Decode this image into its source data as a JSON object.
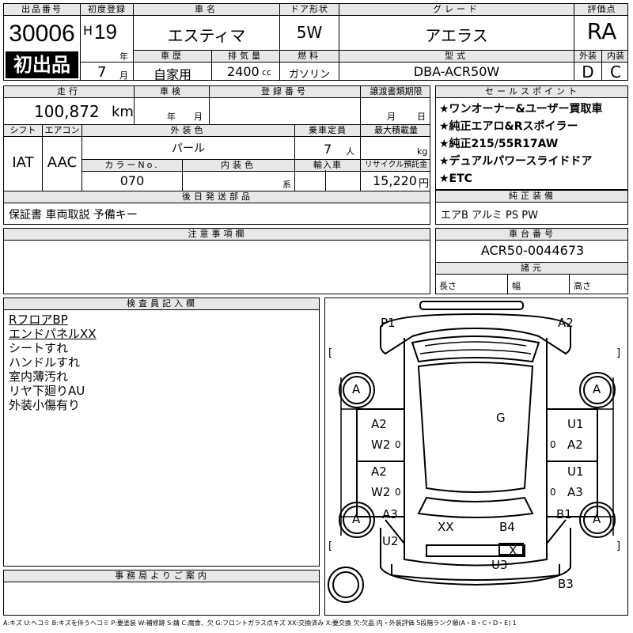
{
  "header": {
    "lot_label": "出品番号",
    "lot_number": "30006",
    "first_listing_badge": "初出品",
    "reg_label": "初度登録",
    "era": "H",
    "year": "19",
    "year_unit": "年",
    "month": "7",
    "month_unit": "月",
    "model_label": "車名",
    "model": "エスティマ",
    "door_label": "ドア形状",
    "door": "5W",
    "grade_label": "グレード",
    "grade": "アエラス",
    "rating_label": "評価点",
    "rating": "RA",
    "history_label": "車歴",
    "history": "自家用",
    "displacement_label": "排気量",
    "displacement": "2400",
    "displacement_unit": "cc",
    "fuel_label": "燃料",
    "fuel": "ガソリン",
    "type_label": "型式",
    "type_code": "DBA-ACR50W",
    "exterior_label": "外装",
    "exterior_grade": "D",
    "interior_label": "内装",
    "interior_grade": "C"
  },
  "row2": {
    "mileage_label": "走行",
    "mileage": "100,872",
    "mileage_unit": "km",
    "inspection_label": "車検",
    "insp_year_unit": "年",
    "insp_month_unit": "月",
    "plate_label": "登録番号",
    "transfer_label": "譲渡書類期限",
    "transfer_month_unit": "月",
    "transfer_day_unit": "日"
  },
  "row3": {
    "shift_label": "シフト",
    "shift": "IAT",
    "ac_label": "エアコン",
    "ac": "AAC",
    "color_label": "外装色",
    "color": "パール",
    "capacity_label": "乗車定員",
    "capacity": "7",
    "capacity_unit": "人",
    "load_label": "最大積載量",
    "load_unit": "kg",
    "color_no_label": "カラーNo.",
    "color_no": "070",
    "int_color_label": "内装色",
    "int_color_unit": "系",
    "import_label": "輸入車",
    "recycle_label": "リサイクル預託金",
    "recycle_fee": "15,220",
    "recycle_unit": "円"
  },
  "selling_points": {
    "label": "セールスポイント",
    "items": [
      "★ワンオーナー&ユーザー買取車",
      "★純正エアロ&Rスポイラー",
      "★純正215/55R17AW",
      "★デュアルパワースライドドア",
      "★ETC"
    ]
  },
  "after_parts": {
    "label": "後日発送部品",
    "value": "保証書 車両取説 予備キー"
  },
  "factory": {
    "label": "純正装備",
    "value": "エアB アルミ PS PW"
  },
  "notes": {
    "label": "注意事項欄"
  },
  "chassis": {
    "label": "車台番号",
    "value": "ACR50-0044673"
  },
  "specs": {
    "label": "諸元",
    "length": "長さ",
    "width": "幅",
    "height": "高さ"
  },
  "inspector": {
    "label": "検査員記入欄",
    "lines": [
      "RフロアBP",
      "エンドパネルXX",
      "シートすれ",
      "ハンドルすれ",
      "室内薄汚れ",
      "リヤ下廻りAU",
      "外装小傷有り"
    ]
  },
  "office": {
    "label": "事務局よりご案内"
  },
  "diagram": {
    "marks": {
      "p1": "P1",
      "a2_top": "A2",
      "g": "G",
      "a2_l1": "A2",
      "w2_l1": "W2",
      "u1_r1": "U1",
      "a2_r1": "A2",
      "a2_l2": "A2",
      "w2_l2": "W2",
      "u1_r2": "U1",
      "a3_r2": "A3",
      "a3_l": "A3",
      "b1_r": "B1",
      "xx_c": "XX",
      "b4_c": "B4",
      "u2_l": "U2",
      "x_c": "X",
      "u3_c": "U3",
      "b3_c": "B3",
      "tire_fl": "A",
      "tire_fr": "A",
      "tire_rl": "A",
      "tire_rr": "A",
      "br_l1": "[",
      "br_r1": "]",
      "br_l2": "[",
      "br_r2": "]"
    },
    "zeros": {
      "z1": "0",
      "z2": "0",
      "z3": "0",
      "z4": "0"
    }
  },
  "legend": "A:キズ U:ヘコミ B:キズを伴うヘコミ P:要塗装 W:補修跡 S:錆 C:腐食、欠 G:フロントガラス点キズ XX:交換済み X:要交換 欠:欠品 内・外装評価 5段階ランク順(A・B・C・D・E) 1"
}
